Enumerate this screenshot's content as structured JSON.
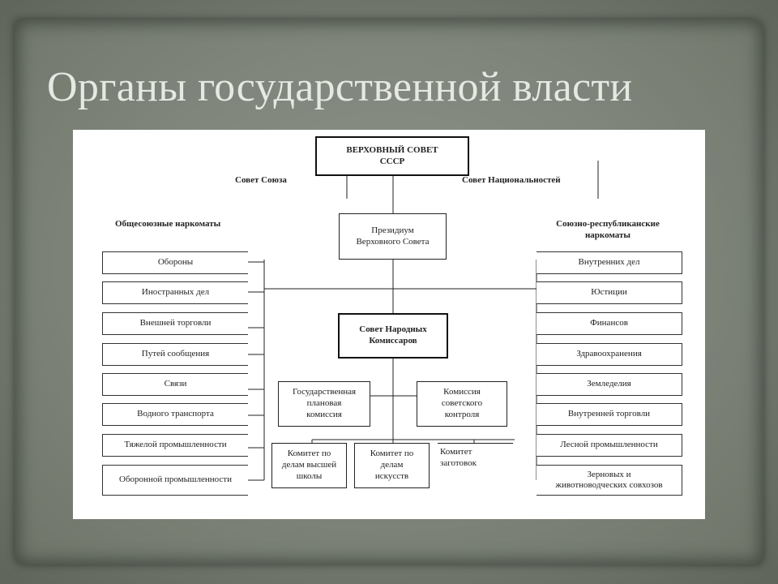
{
  "slide": {
    "title": "Органы государственной власти"
  },
  "diagram": {
    "supreme_council": {
      "line1": "ВЕРХОВНЫЙ СОВЕТ",
      "line2": "СССР"
    },
    "council_of_union": "Совет Союза",
    "council_of_nationalities": "Совет Национальностей",
    "presidium": {
      "line1": "Президиум",
      "line2": "Верховного Совета"
    },
    "left_header": "Общесоюзные наркоматы",
    "right_header": {
      "line1": "Союзно-республиканские",
      "line2": "наркоматы"
    },
    "sovnarkom": {
      "line1": "Совет Народных",
      "line2": "Комиссаров"
    },
    "left_commissariats": [
      "Обороны",
      "Иностранных дел",
      "Внешней торговли",
      "Путей сообщения",
      "Связи",
      "Водного транспорта",
      "Тяжелой промышленности",
      "Оборонной промышленности"
    ],
    "right_commissariats": [
      "Внутренних дел",
      "Юстиции",
      "Финансов",
      "Здравоохранения",
      "Земледелия",
      "Внутренней торговли",
      "Лесной промышленности",
      {
        "line1": "Зерновых и",
        "line2": "животноводческих совхозов"
      }
    ],
    "gosplan": {
      "line1": "Государственная",
      "line2": "плановая",
      "line3": "комиссия"
    },
    "soviet_control": {
      "line1": "Комиссия",
      "line2": "советского",
      "line3": "контроля"
    },
    "committees": [
      {
        "line1": "Комитет по",
        "line2": "делам высшей",
        "line3": "школы"
      },
      {
        "line1": "Комитет по",
        "line2": "делам",
        "line3": "искусств"
      },
      {
        "line1": "Комитет",
        "line2": "заготовок",
        "line3": ""
      }
    ]
  }
}
